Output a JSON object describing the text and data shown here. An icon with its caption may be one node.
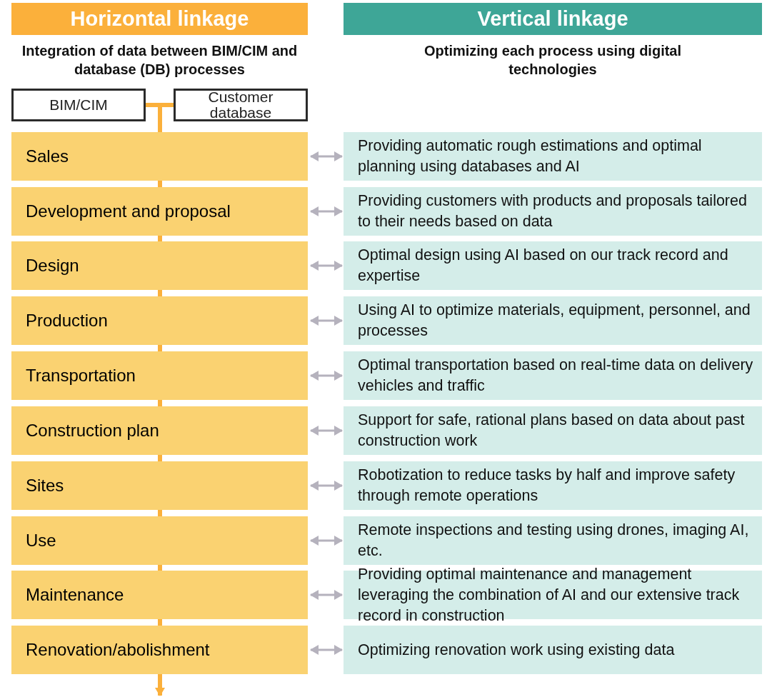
{
  "diagram": {
    "nodes": [
      {
        "text": [
          "Horizontal linkage"
        ],
        "beside": [
          "Integration of data between BIM/CIM and database (DB) processes"
        ]
      },
      {
        "text": [
          "Vertical linkage"
        ],
        "beside": [
          "Optimizing each process using digital technologies"
        ]
      },
      {
        "text": [
          "BIM/CIM"
        ]
      },
      {
        "text": [
          "Customer database"
        ]
      },
      {
        "text": [
          "Sales"
        ]
      },
      {
        "text": [
          "Development and proposal"
        ]
      },
      {
        "text": [
          "Design"
        ]
      },
      {
        "text": [
          "Production"
        ]
      },
      {
        "text": [
          "Transportation"
        ]
      },
      {
        "text": [
          "Construction plan"
        ]
      },
      {
        "text": [
          "Sites"
        ]
      },
      {
        "text": [
          "Use"
        ]
      },
      {
        "text": [
          "Maintenance"
        ]
      },
      {
        "text": [
          "Renovation/abolishment"
        ]
      },
      {
        "text": [
          "Providing automatic rough estimations and optimal planning using databases and AI"
        ]
      },
      {
        "text": [
          "Providing customers with products and proposals tailored to their needs based on data"
        ]
      },
      {
        "text": [
          "Optimal design using AI based on our track record and expertise"
        ]
      },
      {
        "text": [
          "Using AI to optimize materials, equipment, personnel, and processes"
        ]
      },
      {
        "text": [
          "Optimal transportation based on real-time data on delivery vehicles and traffic"
        ]
      },
      {
        "text": [
          "Support for safe, rational plans based on data about past construction work"
        ]
      },
      {
        "text": [
          "Robotization to reduce tasks by half and improve safety through remote operations"
        ]
      },
      {
        "text": [
          "Remote inspections and testing using drones, imaging AI, etc."
        ]
      },
      {
        "text": [
          "Providing optimal maintenance and management leveraging the combination of AI and our extensive track record in construction"
        ]
      },
      {
        "text": [
          "Optimizing renovation work using existing data"
        ]
      }
    ],
    "edges": [
      {
        "from": 2,
        "to": 4,
        "arrow": "none"
      },
      {
        "from": 3,
        "to": 4,
        "arrow": "none"
      },
      {
        "from": 4,
        "to": 5,
        "arrow": "none"
      },
      {
        "from": 5,
        "to": 6,
        "arrow": "none"
      },
      {
        "from": 6,
        "to": 7,
        "arrow": "none"
      },
      {
        "from": 7,
        "to": 8,
        "arrow": "none"
      },
      {
        "from": 8,
        "to": 9,
        "arrow": "none"
      },
      {
        "from": 9,
        "to": 10,
        "arrow": "none"
      },
      {
        "from": 10,
        "to": 11,
        "arrow": "none"
      },
      {
        "from": 11,
        "to": 12,
        "arrow": "none"
      },
      {
        "from": 12,
        "to": 13,
        "arrow": "none"
      },
      {
        "from": 13,
        "to": null,
        "arrow": "to"
      },
      {
        "from": 4,
        "to": 14,
        "arrow": "both",
        "color": "#b5b2bd"
      },
      {
        "from": 5,
        "to": 15,
        "arrow": "both",
        "color": "#b5b2bd"
      },
      {
        "from": 6,
        "to": 16,
        "arrow": "both",
        "color": "#b5b2bd"
      },
      {
        "from": 7,
        "to": 17,
        "arrow": "both",
        "color": "#b5b2bd"
      },
      {
        "from": 8,
        "to": 18,
        "arrow": "both",
        "color": "#b5b2bd"
      },
      {
        "from": 9,
        "to": 19,
        "arrow": "both",
        "color": "#b5b2bd"
      },
      {
        "from": 10,
        "to": 20,
        "arrow": "both",
        "color": "#b5b2bd"
      },
      {
        "from": 11,
        "to": 21,
        "arrow": "both",
        "color": "#b5b2bd"
      },
      {
        "from": 12,
        "to": 22,
        "arrow": "both",
        "color": "#b5b2bd"
      },
      {
        "from": 13,
        "to": 23,
        "arrow": "both",
        "color": "#b5b2bd"
      }
    ]
  }
}
